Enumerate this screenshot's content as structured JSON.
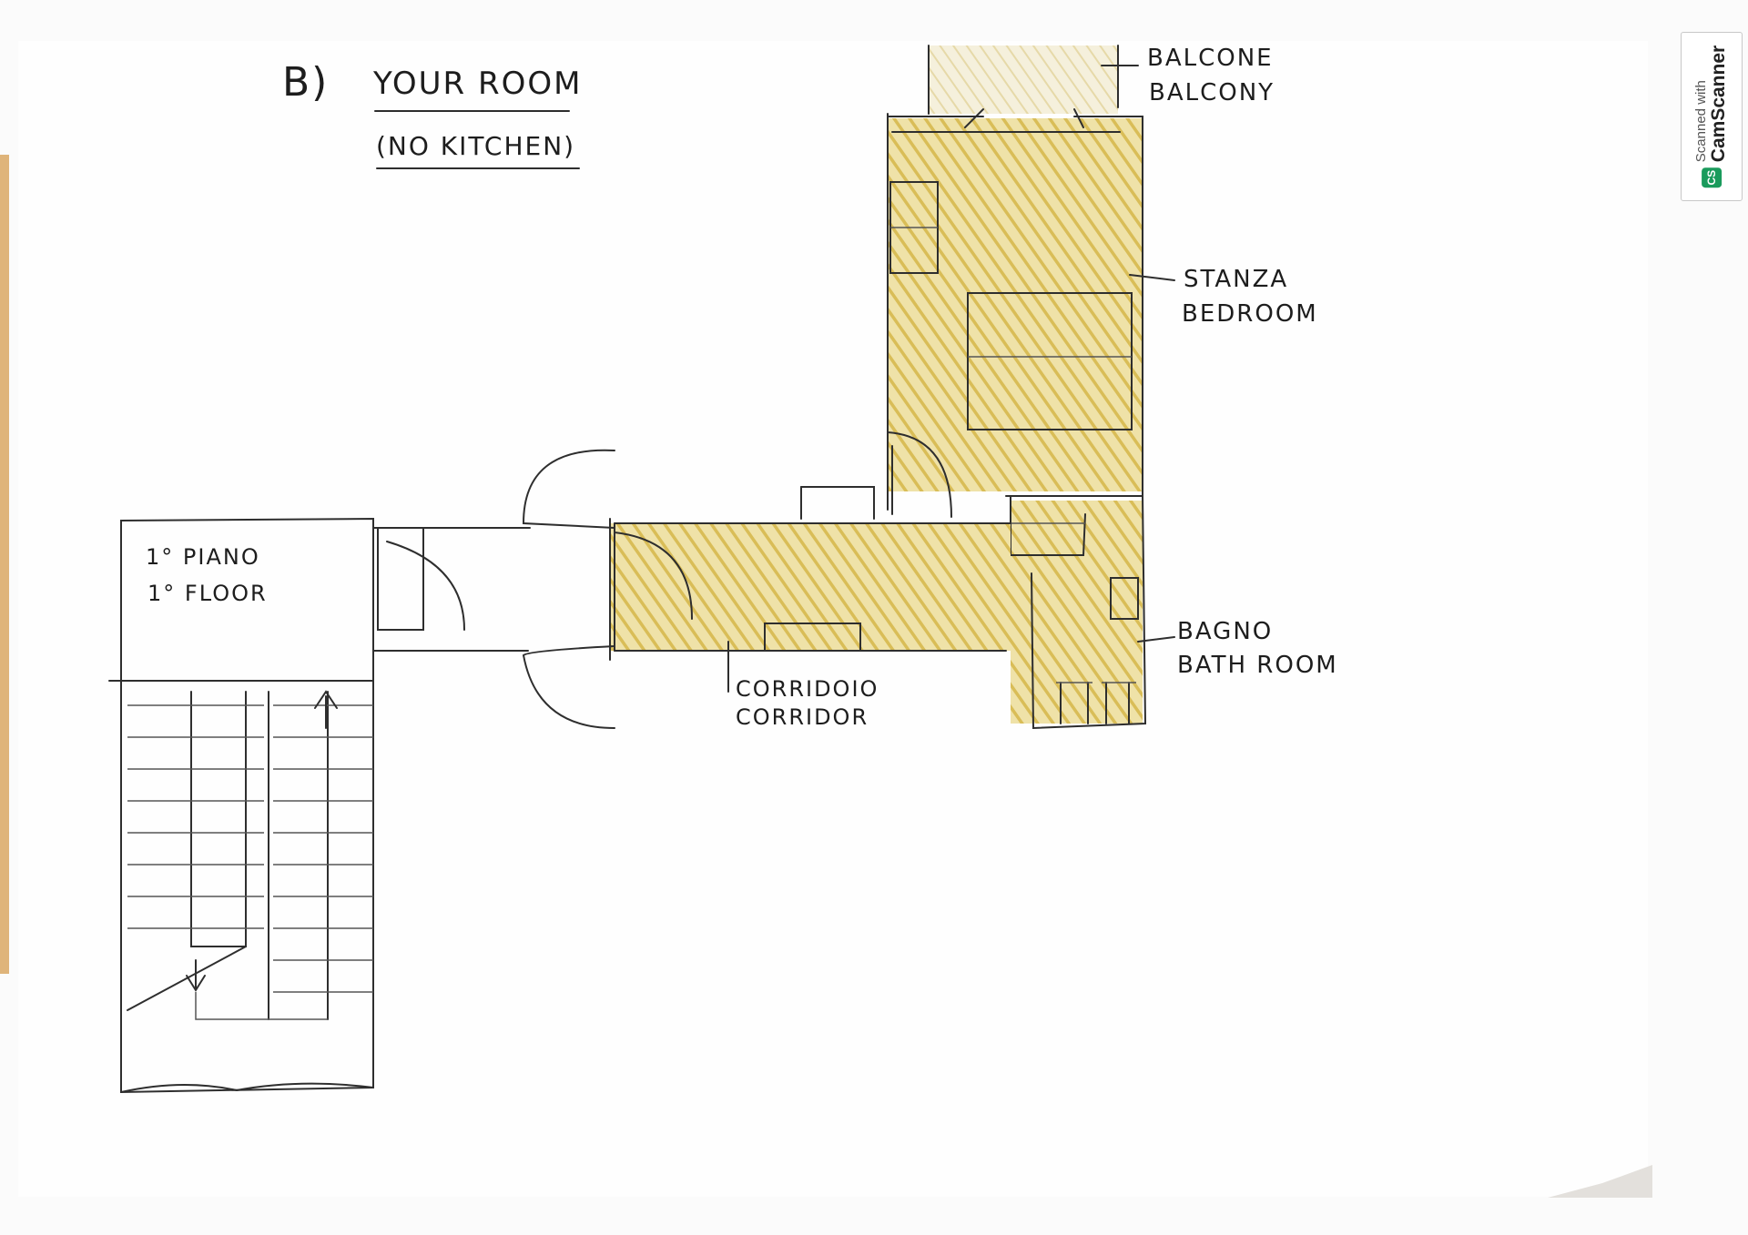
{
  "heading": {
    "marker": "B)",
    "title": "YOUR ROOM",
    "subtitle": "(NO KITCHEN)"
  },
  "rooms": {
    "balcony": {
      "line1": "BALCONE",
      "line2": "BALCONY"
    },
    "bedroom": {
      "line1": "STANZA",
      "line2": "BEDROOM"
    },
    "bathroom": {
      "line1": "BAGNO",
      "line2": "BATH ROOM"
    },
    "corridor": {
      "line1": "CORRIDOIO",
      "line2": "CORRIDOR"
    },
    "floor": {
      "line1": "1° PIANO",
      "line2": "1° FLOOR"
    }
  },
  "scanner_badge": {
    "small": "Scanned with",
    "big": "CamScanner",
    "logo": "CS"
  },
  "colors": {
    "hatch": "#d9bd57",
    "pencil": "#2e2e2e",
    "paper": "#fbfbfb"
  }
}
